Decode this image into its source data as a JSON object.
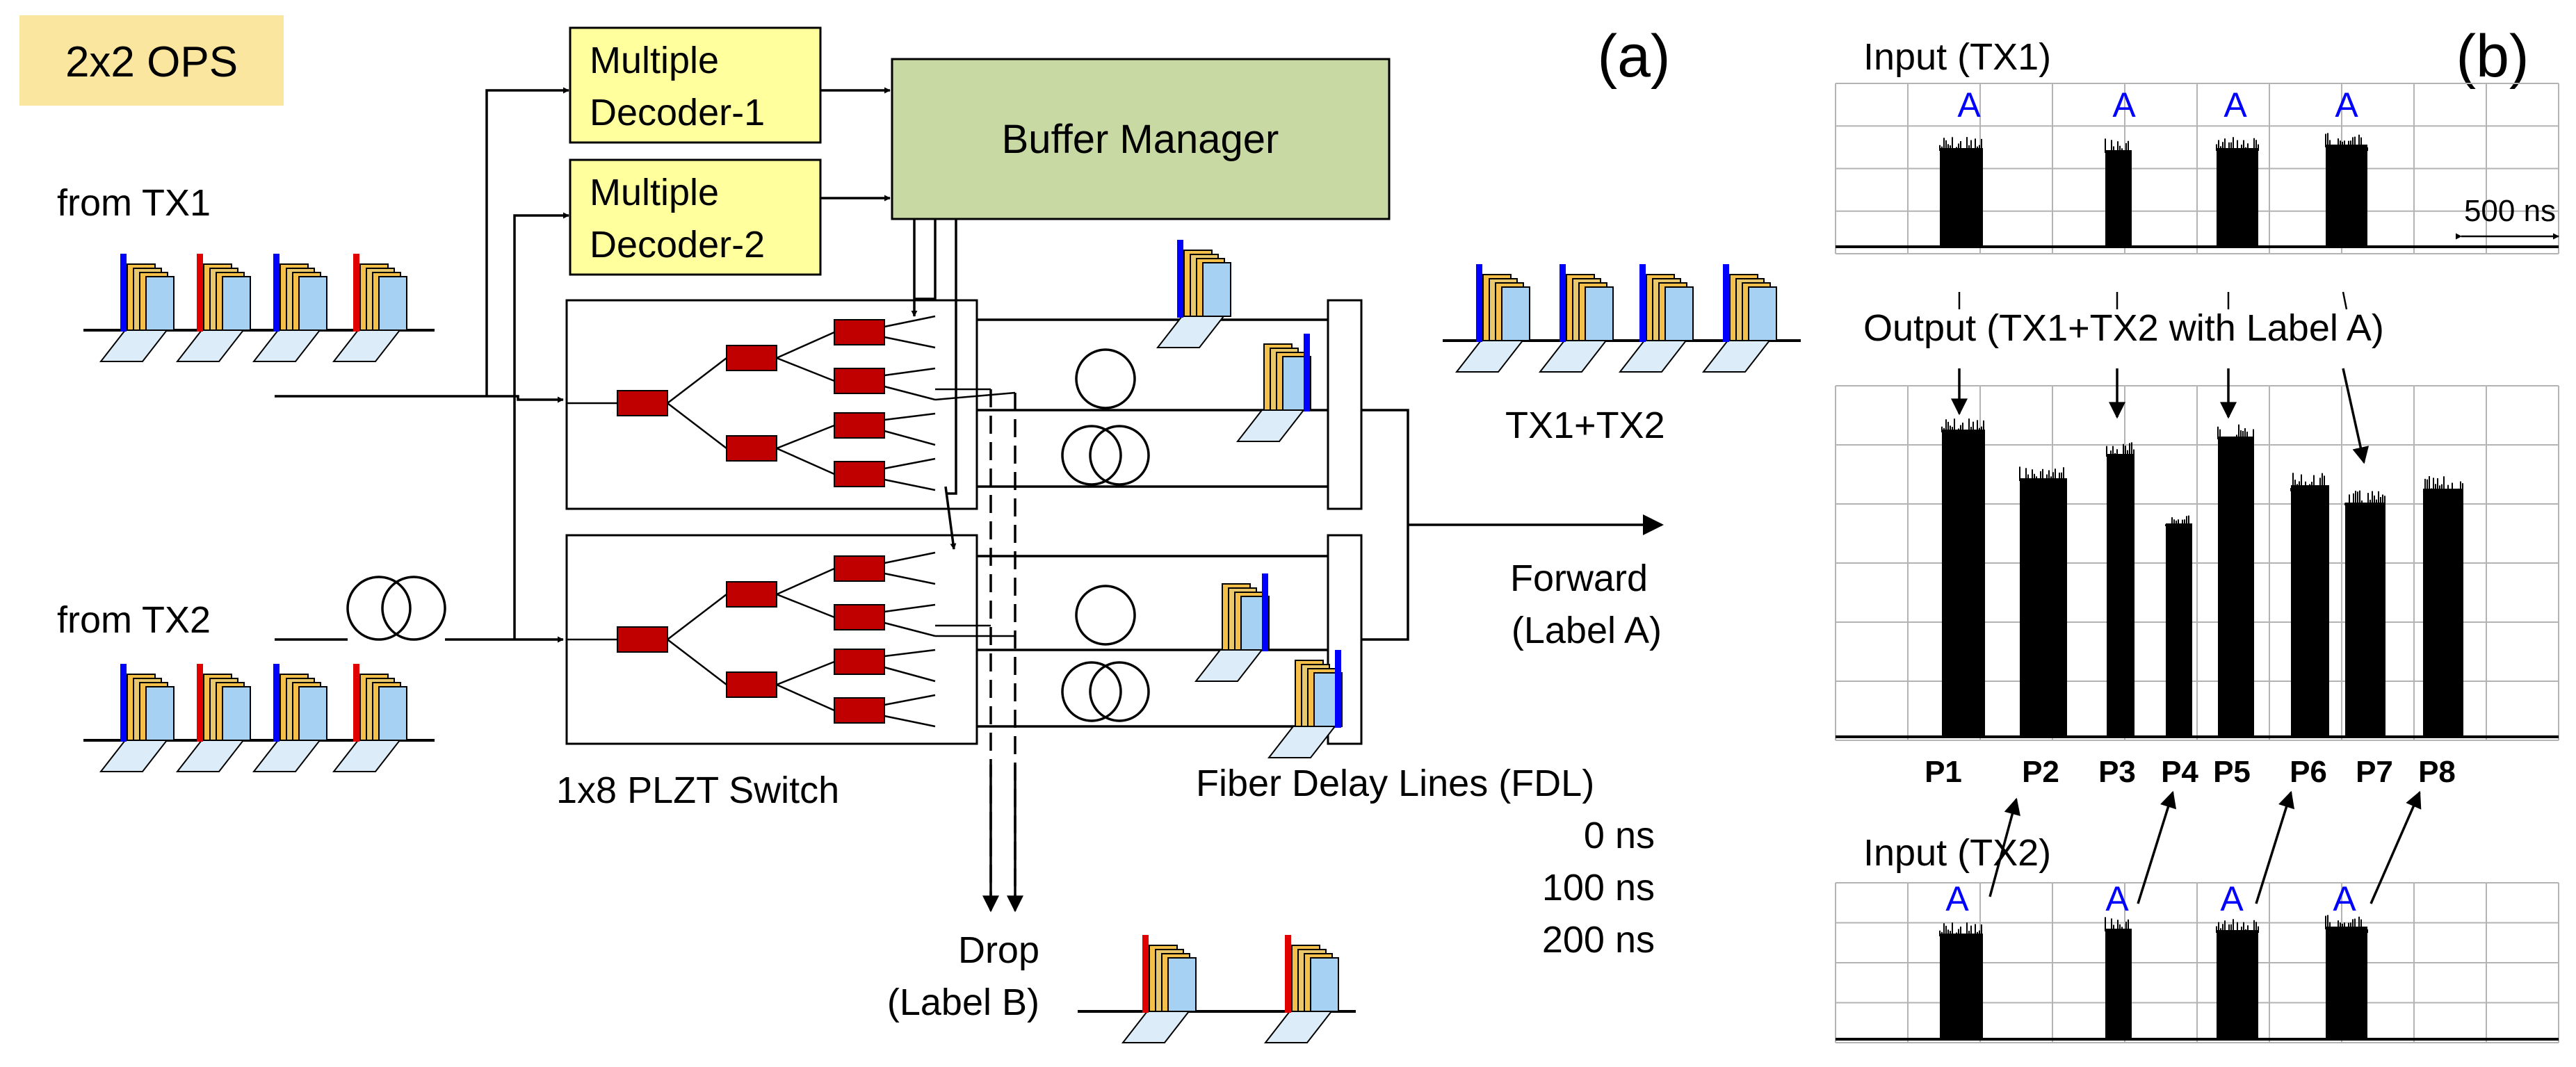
{
  "title_tag": "2x2 OPS",
  "panel_a_label": "(a)",
  "panel_b_label": "(b)",
  "blocks": {
    "decoder1": [
      "Multiple",
      "Decoder-1"
    ],
    "decoder2": [
      "Multiple",
      "Decoder-2"
    ],
    "buffer_manager": "Buffer Manager",
    "switch": "1x8 PLZT Switch",
    "fdl": "Fiber Delay Lines (FDL)",
    "fdl_delays": [
      "0 ns",
      "100 ns",
      "200 ns"
    ]
  },
  "inputs": {
    "tx1": "from TX1",
    "tx2": "from TX2"
  },
  "outputs": {
    "combined": "TX1+TX2",
    "forward": [
      "Forward",
      "(Label A)"
    ],
    "drop": [
      "Drop",
      "(Label B)"
    ]
  },
  "waveforms": {
    "input_tx1": "Input (TX1)",
    "output": "Output (TX1+TX2 with Label A)",
    "input_tx2": "Input (TX2)",
    "scale": "500 ns",
    "packet_label": "A",
    "packets": [
      "P1",
      "P2",
      "P3",
      "P4",
      "P5",
      "P6",
      "P7",
      "P8"
    ]
  },
  "colors": {
    "tag_bg": "#fbe6a0",
    "decoder_bg": "#ffff9e",
    "buffer_bg": "#c8d9a4",
    "switch_element": "#c00000",
    "label_a": "#0000ff",
    "label_b": "#e00000",
    "packet_blue": "#a6d1f2",
    "packet_orange": "#f5c04a"
  }
}
